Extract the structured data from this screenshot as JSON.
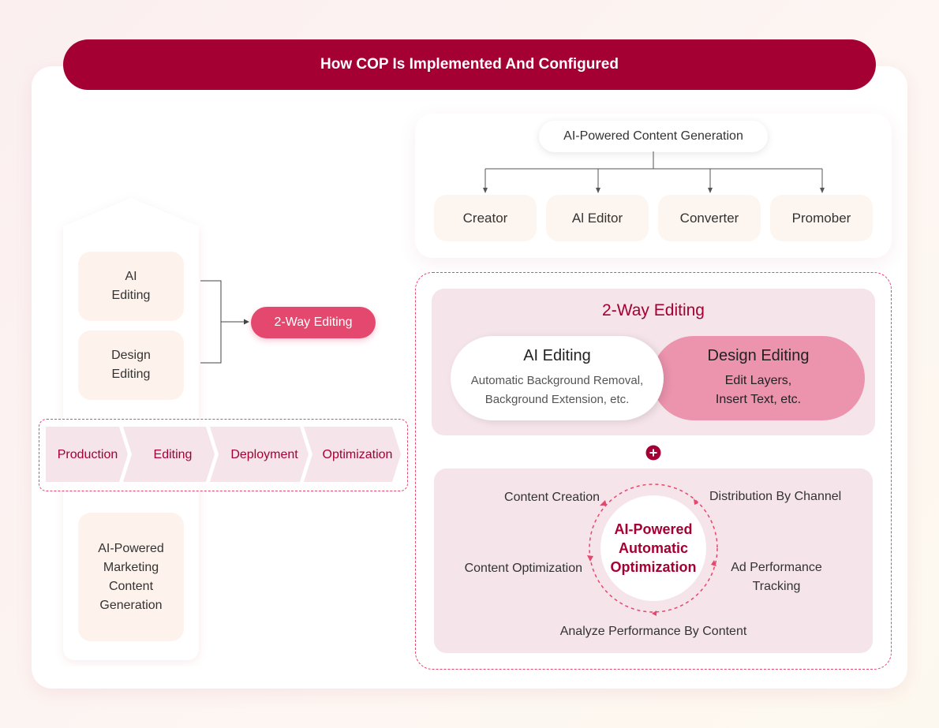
{
  "title": "How COP Is Implemented And Configured",
  "left_column": {
    "items": [
      {
        "line1": "AI",
        "line2": "Editing"
      },
      {
        "line1": "Design",
        "line2": "Editing"
      }
    ],
    "bottom_lines": [
      "AI-Powered",
      "Marketing",
      "Content",
      "Generation"
    ]
  },
  "two_way_pill": "2-Way Editing",
  "process": [
    "Production",
    "Editing",
    "Deployment",
    "Optimization"
  ],
  "generation": {
    "header": "AI-Powered Content Generation",
    "tools": [
      "Creator",
      "Al Editor",
      "Converter",
      "Promober"
    ]
  },
  "two_way_section": {
    "title": "2-Way Editing",
    "ai_editing": {
      "title": "AI Editing",
      "line1": "Automatic Background Removal,",
      "line2": "Background Extension, etc."
    },
    "design_editing": {
      "title": "Design Editing",
      "line1": "Edit Layers,",
      "line2": "Insert Text, etc."
    }
  },
  "plus_icon": "plus-icon",
  "optimization": {
    "center_lines": [
      "AI-Powered",
      "Automatic",
      "Optimization"
    ],
    "content_creation": "Content Creation",
    "distribution": "Distribution By Channel",
    "content_optimization": "Content Optimization",
    "ad_tracking_line1": "Ad Performance",
    "ad_tracking_line2": "Tracking",
    "analyze": "Analyze Performance By Content"
  },
  "colors": {
    "brand": "#a50034",
    "accent": "#e5486f",
    "soft_pink": "#f5e4e9",
    "cream": "#fdf5ef"
  }
}
